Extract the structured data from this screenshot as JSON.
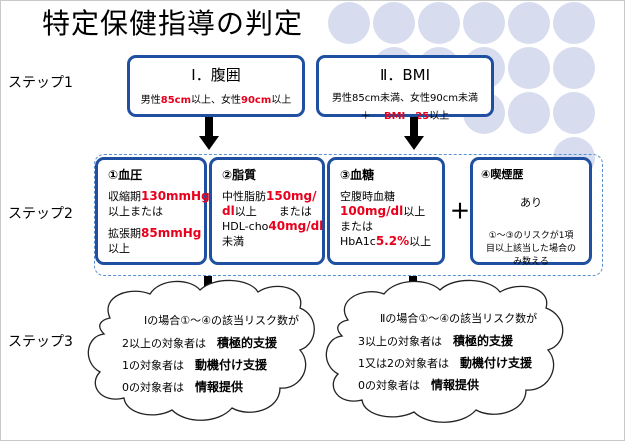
{
  "title": "特定保健指導の判定",
  "steps": {
    "step1": "ステップ1",
    "step2": "ステップ2",
    "step3": "ステップ3"
  },
  "step1": {
    "box1": {
      "head": "Ⅰ．腹囲",
      "p1": "男性",
      "r1": "85cm",
      "p2": "以上、女性",
      "r2": "90cm",
      "p3": "以上"
    },
    "box2": {
      "head": "Ⅱ．BMI",
      "line1": "男性85cm未満、女性90cm未満",
      "p1": "＋",
      "r1": "BMI　25",
      "p2": "以上"
    }
  },
  "step2": {
    "c1": {
      "head": "①血圧",
      "a1": "収縮期",
      "r1": "130mmHg",
      "a2": "以上または",
      "a3": "拡張期",
      "r2": "85mmHg",
      "a4": "以上"
    },
    "c2": {
      "head": "②脂質",
      "a1": "中性脂肪",
      "r1": "150mg/",
      "r2": "dl",
      "a2": "以上　　または",
      "a3": "HDL-cho",
      "r3": "40mg/dl",
      "a4": "未満"
    },
    "c3": {
      "head": "③血糖",
      "a1": "空腹時血糖",
      "r1": "100mg/dl",
      "a2": "以上",
      "a3": "または",
      "a4": "HbA1c",
      "r2": "5.2%",
      "a5": "以上"
    },
    "plus": "＋",
    "c4": {
      "head": "④喫煙歴",
      "answer": "あり",
      "note1": "①～③のリスクが1項",
      "note2": "目以上該当した場合の",
      "note3": "み数える"
    }
  },
  "step3": {
    "left": {
      "title": "Ⅰの場合①～④の該当リスク数が",
      "rows": [
        {
          "cond": "2以上の対象者は",
          "res": "積極的支援"
        },
        {
          "cond": "1の対象者は",
          "res": "動機付け支援"
        },
        {
          "cond": "0の対象者は",
          "res": "情報提供"
        }
      ]
    },
    "right": {
      "title": "Ⅱの場合①～④の該当リスク数が",
      "rows": [
        {
          "cond": "3以上の対象者は",
          "res": "積極的支援"
        },
        {
          "cond": "1又は2の対象者は",
          "res": "動機付け支援"
        },
        {
          "cond": "0の対象者は",
          "res": "情報提供"
        }
      ]
    }
  },
  "colors": {
    "border_blue": "#1f4fa0",
    "accent_red": "#e8001c",
    "deco_circle": "#d7dcef"
  }
}
